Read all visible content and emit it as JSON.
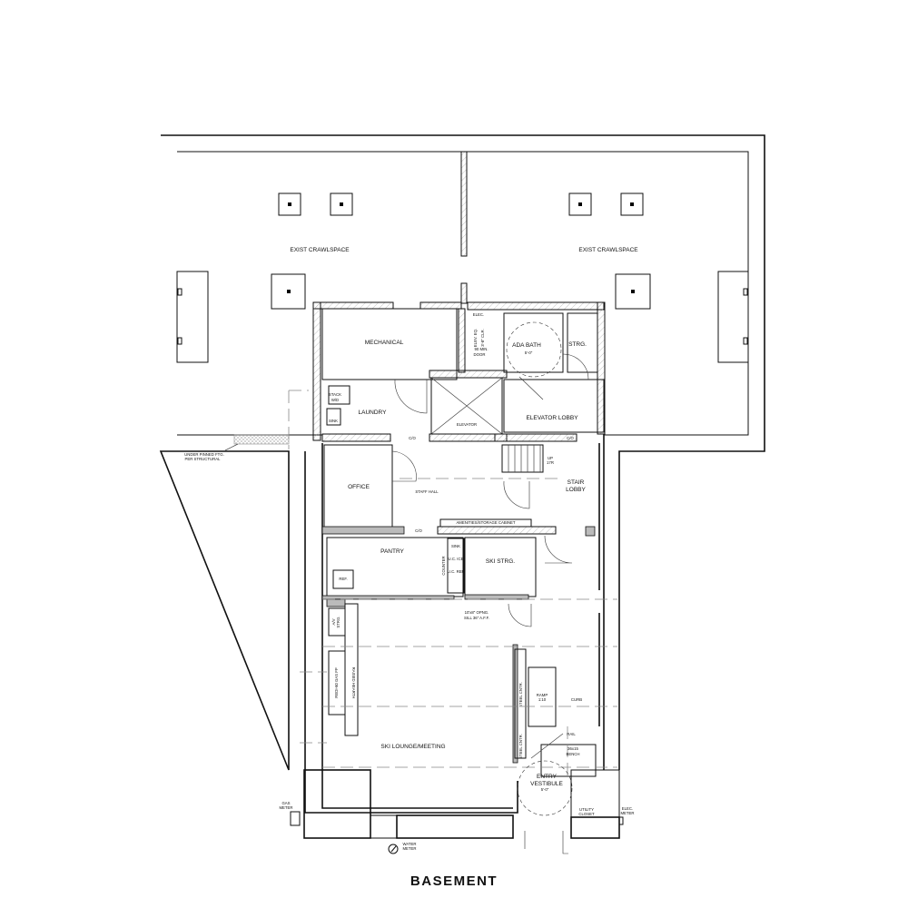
{
  "title": "BASEMENT",
  "rooms": {
    "crawl_left": "EXIST CRAWLSPACE",
    "crawl_right": "EXIST CRAWLSPACE",
    "mechanical": "MECHANICAL",
    "ada_bath": "ADA BATH",
    "ada_bath_dim": "5'-0\"",
    "strg": "STRG.",
    "elevator": "ELEVATOR",
    "elevator_lobby": "ELEVATOR LOBBY",
    "laundry": "LAUNDRY",
    "office": "OFFICE",
    "staff_hall": "STAFF HALL",
    "stair_lobby_1": "STAIR",
    "stair_lobby_2": "LOBBY",
    "pantry": "PANTRY",
    "ski_strg": "SKI STRG.",
    "ski_lounge": "SKI LOUNGE/MEETING",
    "entry_1": "ENTRY",
    "entry_2": "VESTIBULE",
    "entry_dim": "5'-0\""
  },
  "notes": {
    "elev_eq_1": "ELEV. EQ.",
    "elev_eq_2": "3'-8\" CLR.",
    "min_door_1": "90 MIN.",
    "min_door_2": "DOOR",
    "elec": "ELEC.",
    "stack_1": "STACK",
    "stack_2": "W/D",
    "sink": "SINK",
    "co_1": "C/O",
    "co_2": "C/O",
    "co_3": "C/O",
    "up_1": "UP",
    "up_2": "17R",
    "cabinet": "AMENITIES/STORAGE CABINET",
    "counter": "COUNTER",
    "counter_sink": "SINK",
    "uc_ice": "U.C. ICE",
    "uc_ref": "U.C. REF",
    "ref": "REF.",
    "opening_1": "10'x8\" OPNG.",
    "opening_2": "SILL 36\" A.F.F.",
    "av_1": "A/V",
    "av_2": "STRG.",
    "gas_fp": "REDI-60 GAS FP",
    "hearth": "RAISED HEARTH",
    "steel_1": "STEEL CNTR.",
    "steel_2": "STEEL CNTR.",
    "ramp_1": "RAMP",
    "ramp_2": "1:10",
    "curb": "CURB",
    "rail": "RAIL",
    "bench_1": "36x15",
    "bench_2": "BENCH",
    "utility_1": "UTILITY",
    "utility_2": "CLOSET",
    "elec_meter_1": "ELEC.",
    "elec_meter_2": "METER",
    "gas_meter_1": "GAS",
    "gas_meter_2": "METER",
    "water_meter_1": "WATER",
    "water_meter_2": "METER",
    "underpin_1": "UNDER PINNED FTG.",
    "underpin_2": "PER STRUCTURAL"
  }
}
